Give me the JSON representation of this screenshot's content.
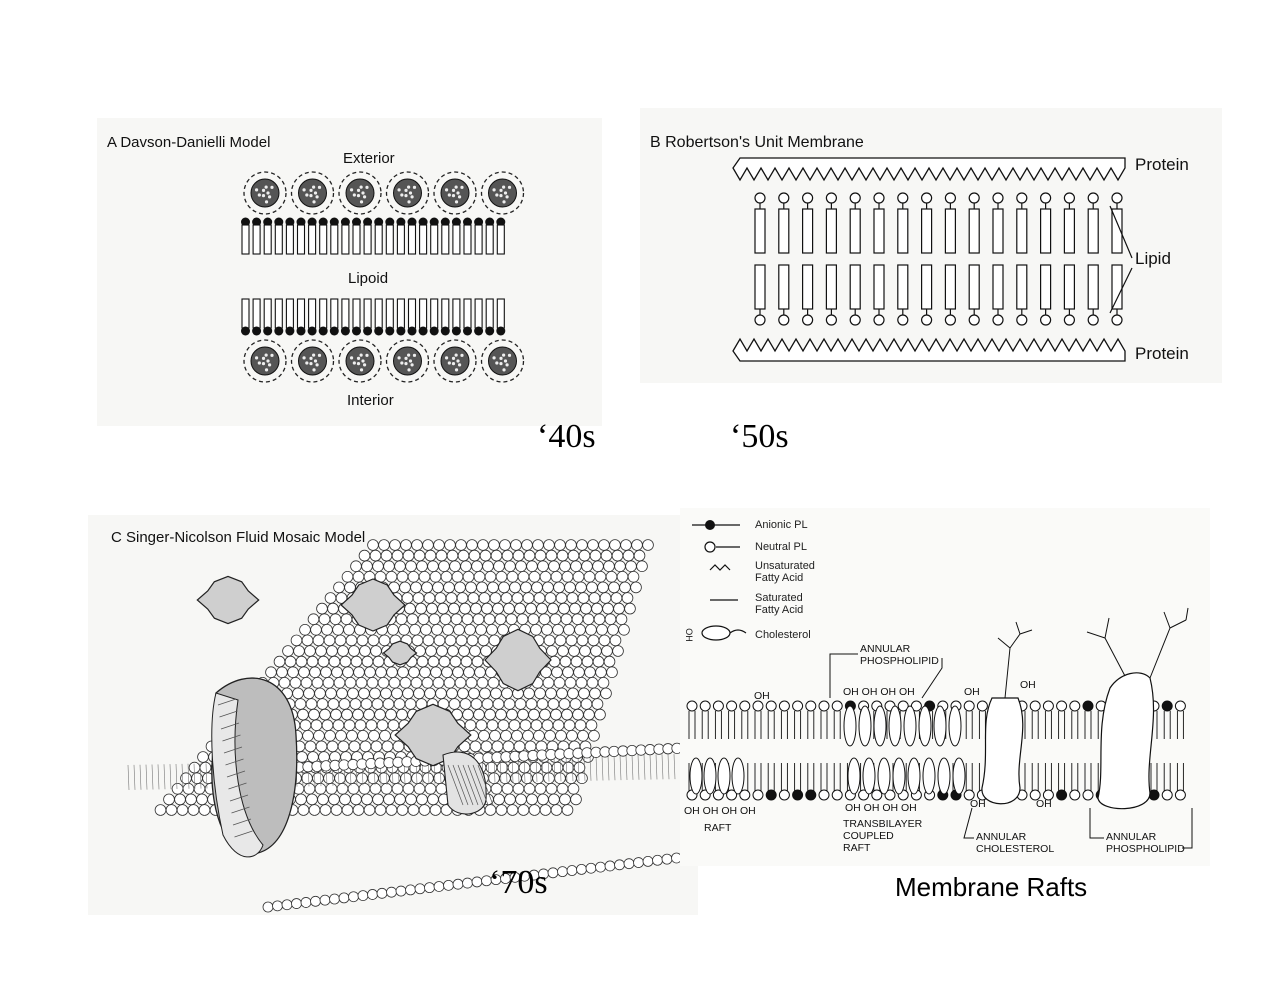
{
  "panels": {
    "davson": {
      "title": "A  Davson-Danielli Model",
      "labels": {
        "exterior": "Exterior",
        "lipoid": "Lipoid",
        "interior": "Interior"
      }
    },
    "robertson": {
      "title": "B  Robertson's Unit Membrane",
      "labels": {
        "protein_top": "Protein",
        "lipid": "Lipid",
        "protein_bottom": "Protein"
      }
    },
    "singer": {
      "title": "C  Singer-Nicolson Fluid Mosaic Model"
    },
    "rafts": {
      "legend": [
        {
          "label": "Anionic PL"
        },
        {
          "label": "Neutral PL"
        },
        {
          "label": "Unsaturated\nFatty Acid"
        },
        {
          "label": "Saturated\nFatty Acid"
        },
        {
          "label": "Cholesterol"
        }
      ],
      "legend_oh": "OH",
      "callouts": {
        "annular_phospholipid_top": "ANNULAR\nPHOSPHOLIPID",
        "raft": "RAFT",
        "transbilayer": "TRANSBILAYER\nCOUPLED\nRAFT",
        "annular_cholesterol": "ANNULAR\nCHOLESTEROL",
        "annular_phospholipid_bottom": "ANNULAR\nPHOSPHOLIPID",
        "oh_top_left": "OH",
        "oh_top_row": "OH OH OH OH",
        "oh_top_mid": "OH",
        "oh_top_right": "OH",
        "oh_bottom_left": "OH OH OH OH",
        "oh_bottom_mid": "OH OH OH OH",
        "oh_bottom_a": "OH",
        "oh_bottom_b": "OH"
      }
    }
  },
  "eras": {
    "forties": "‘40s",
    "fifties": "‘50s",
    "seventies": "‘70s"
  },
  "caption_rafts": "Membrane Rafts"
}
